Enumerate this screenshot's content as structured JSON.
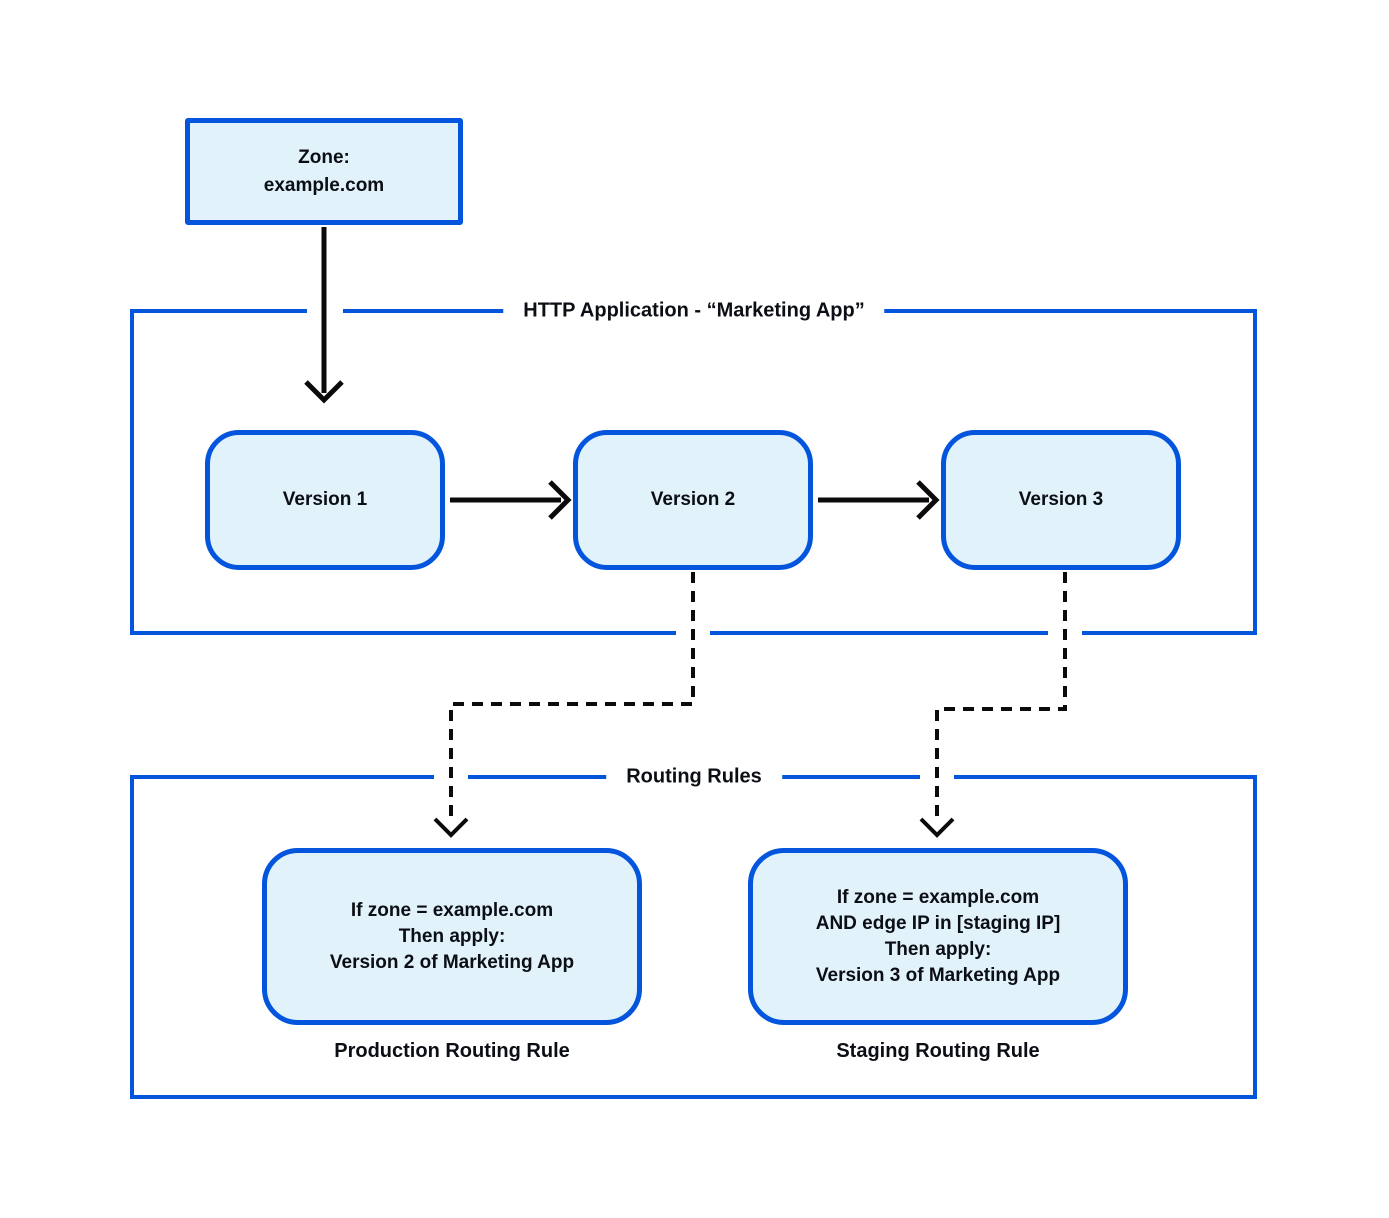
{
  "zone_box": {
    "line1": "Zone:",
    "line2": "example.com"
  },
  "http_app": {
    "title": "HTTP Application - “Marketing App”",
    "versions": [
      {
        "label": "Version 1"
      },
      {
        "label": "Version 2"
      },
      {
        "label": "Version 3"
      }
    ]
  },
  "routing_rules": {
    "title": "Routing Rules",
    "rules": [
      {
        "lines": [
          "If zone = example.com",
          "Then apply:",
          "Version 2 of Marketing App"
        ],
        "caption": "Production Routing Rule"
      },
      {
        "lines": [
          "If zone = example.com",
          "AND edge IP in [staging IP]",
          "Then apply:",
          "Version 3 of Marketing App"
        ],
        "caption": "Staging Routing Rule"
      }
    ]
  },
  "colors": {
    "border_blue": "#0455DE",
    "node_fill": "#E2F2FB",
    "connector_black": "#0B0B0B",
    "background": "#FFFFFF"
  }
}
